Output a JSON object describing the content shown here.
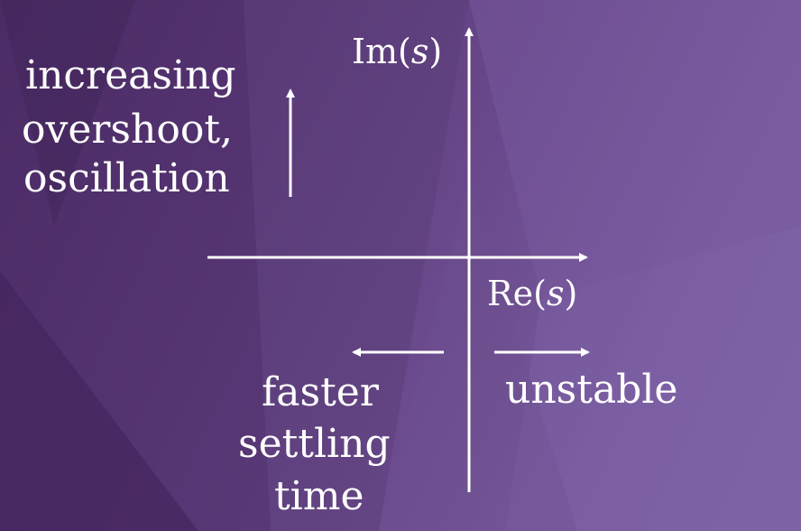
{
  "axes": {
    "imaginary_label_prefix": "Im(",
    "imaginary_label_var": "s",
    "imaginary_label_suffix": ")",
    "real_label_prefix": "Re(",
    "real_label_var": "s",
    "real_label_suffix": ")"
  },
  "annotations": {
    "overshoot_line1": "increasing",
    "overshoot_line2": "overshoot,",
    "overshoot_line3": "oscillation",
    "settling_line1": "faster",
    "settling_line2": "settling",
    "settling_line3": "time",
    "unstable": "unstable"
  },
  "colors": {
    "foreground": "#ffffff",
    "background": "#6a4a8c"
  }
}
